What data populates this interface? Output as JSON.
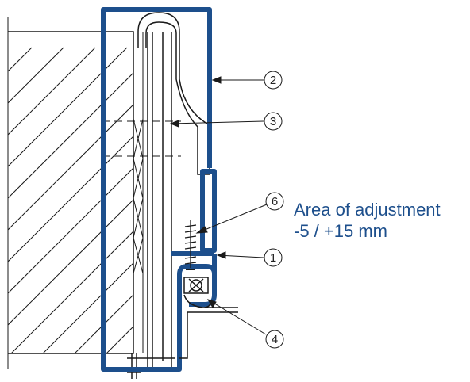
{
  "colors": {
    "line": "#1a1a1a",
    "accent": "#1d4f8c",
    "text": "#1d4f8c",
    "background": "#ffffff"
  },
  "callouts": {
    "c1": "1",
    "c2": "2",
    "c3": "3",
    "c4": "4",
    "c6": "6"
  },
  "note": {
    "line1": "Area of adjustment",
    "line2": "-5 / +15 mm"
  }
}
